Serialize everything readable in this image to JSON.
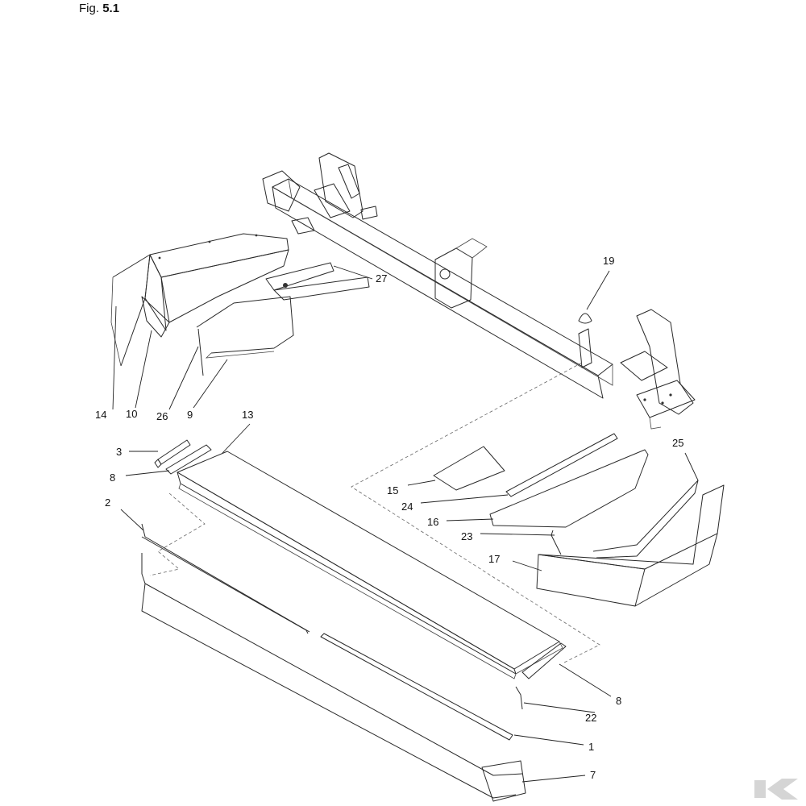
{
  "figure": {
    "prefix": "Fig.",
    "number": "5.1"
  },
  "callouts": [
    {
      "id": "c14",
      "label": "14"
    },
    {
      "id": "c10",
      "label": "10"
    },
    {
      "id": "c26",
      "label": "26"
    },
    {
      "id": "c9",
      "label": "9"
    },
    {
      "id": "c13",
      "label": "13"
    },
    {
      "id": "c27",
      "label": "27"
    },
    {
      "id": "c19",
      "label": "19"
    },
    {
      "id": "c3",
      "label": "3"
    },
    {
      "id": "c8a",
      "label": "8"
    },
    {
      "id": "c2",
      "label": "2"
    },
    {
      "id": "c25",
      "label": "25"
    },
    {
      "id": "c15",
      "label": "15"
    },
    {
      "id": "c24",
      "label": "24"
    },
    {
      "id": "c16",
      "label": "16"
    },
    {
      "id": "c23",
      "label": "23"
    },
    {
      "id": "c17",
      "label": "17"
    },
    {
      "id": "c8b",
      "label": "8"
    },
    {
      "id": "c22",
      "label": "22"
    },
    {
      "id": "c1",
      "label": "1"
    },
    {
      "id": "c7",
      "label": "7"
    }
  ],
  "icons": {
    "brand_mark": "k-logo-icon"
  }
}
